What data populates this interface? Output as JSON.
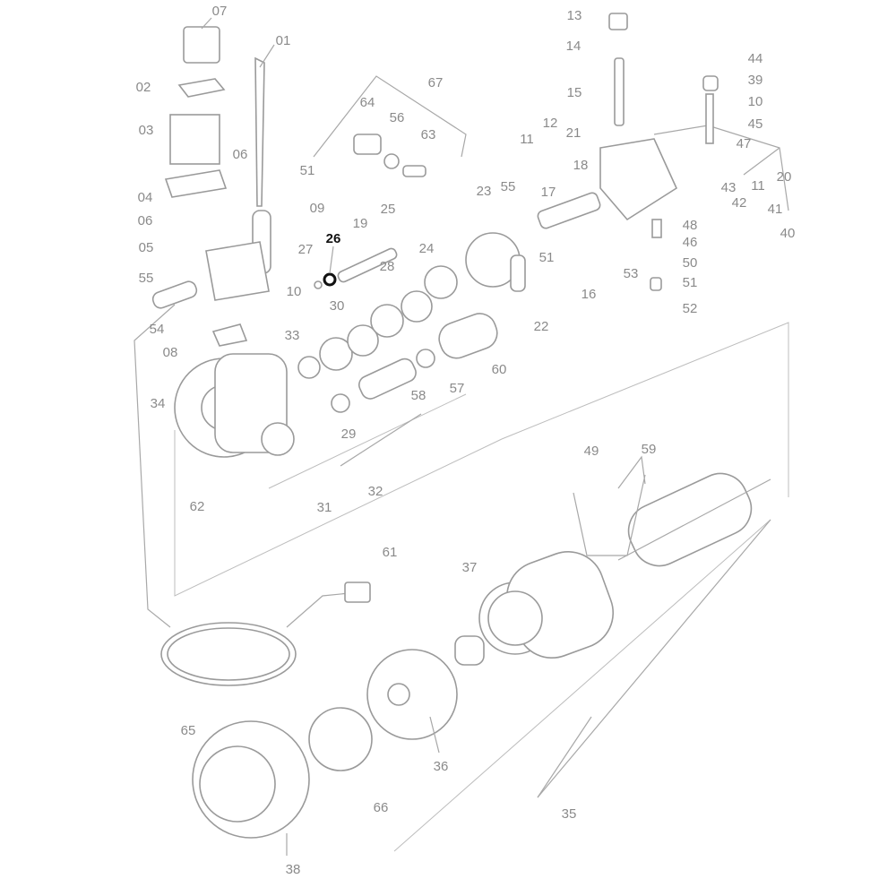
{
  "diagram_title": "",
  "highlighted_part": "26",
  "labels": [
    "07",
    "01",
    "02",
    "03",
    "06",
    "51",
    "04",
    "06",
    "09",
    "05",
    "55",
    "54",
    "10",
    "08",
    "33",
    "30",
    "28",
    "27",
    "26",
    "19",
    "25",
    "64",
    "56",
    "63",
    "67",
    "24",
    "23",
    "55",
    "11",
    "12",
    "17",
    "18",
    "51",
    "22",
    "16",
    "21",
    "13",
    "14",
    "15",
    "44",
    "39",
    "10",
    "45",
    "47",
    "20",
    "43",
    "11",
    "42",
    "41",
    "40",
    "48",
    "46",
    "53",
    "50",
    "51",
    "52",
    "60",
    "57",
    "58",
    "29",
    "34",
    "62",
    "31",
    "32",
    "49",
    "59",
    "61",
    "37",
    "65",
    "36",
    "66",
    "35",
    "38"
  ],
  "colors": {
    "parts": "#9a9a9a",
    "labels": "#8a8a8a",
    "highlight": "#111111"
  }
}
